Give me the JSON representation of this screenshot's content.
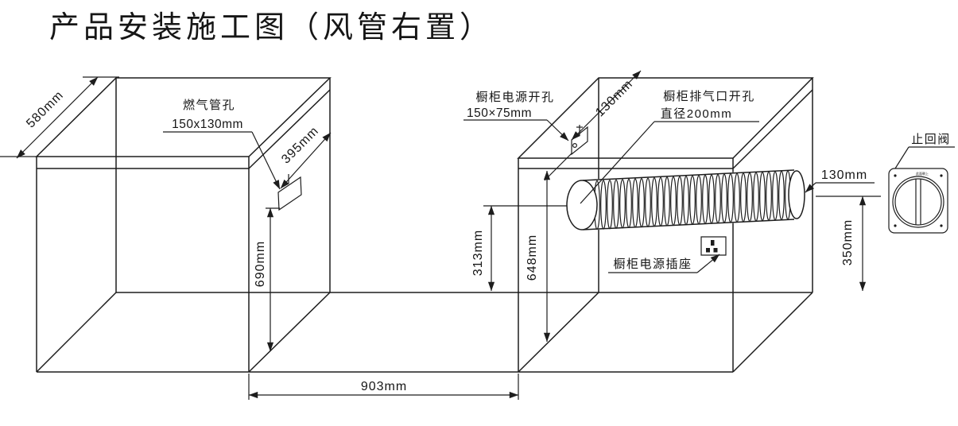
{
  "title": "产品安装施工图（风管右置）",
  "labels": {
    "gas_hole_1": "燃气管孔",
    "gas_hole_2": "150x130mm",
    "power_hole_1": "橱柜电源开孔",
    "power_hole_2": "150×75mm",
    "exhaust_hole_1": "橱柜排气口开孔",
    "exhaust_hole_2": "直径200mm",
    "socket": "橱柜电源插座",
    "check_valve": "止回阀",
    "check_valve_marking": "此面朝上"
  },
  "dimensions": {
    "cabinet_depth": "580mm",
    "gas_hole_offset": "395mm",
    "gas_hole_height": "690mm",
    "power_hole_offset": "130mm",
    "duct_center_height": "313mm",
    "cabinet_inner_height": "648mm",
    "cabinet_gap": "903mm",
    "duct_protrusion": "130mm",
    "duct_end_height": "350mm"
  }
}
